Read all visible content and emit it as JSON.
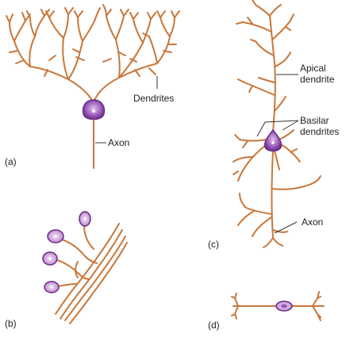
{
  "colors": {
    "process": "#c8773a",
    "soma_outer": "#6a2f8a",
    "soma_inner": "#c79bd6",
    "nucleus": "#ffffff",
    "leader": "#333333",
    "text": "#222222"
  },
  "panels": {
    "a": {
      "label": "(a)",
      "dendrites_label": "Dendrites",
      "axon_label": "Axon"
    },
    "b": {
      "label": "(b)"
    },
    "c": {
      "label": "(c)",
      "apical_line1": "Apical",
      "apical_line2": "dendrite",
      "basilar_line1": "Basilar",
      "basilar_line2": "dendrites",
      "axon_label": "Axon"
    },
    "d": {
      "label": "(d)"
    }
  }
}
